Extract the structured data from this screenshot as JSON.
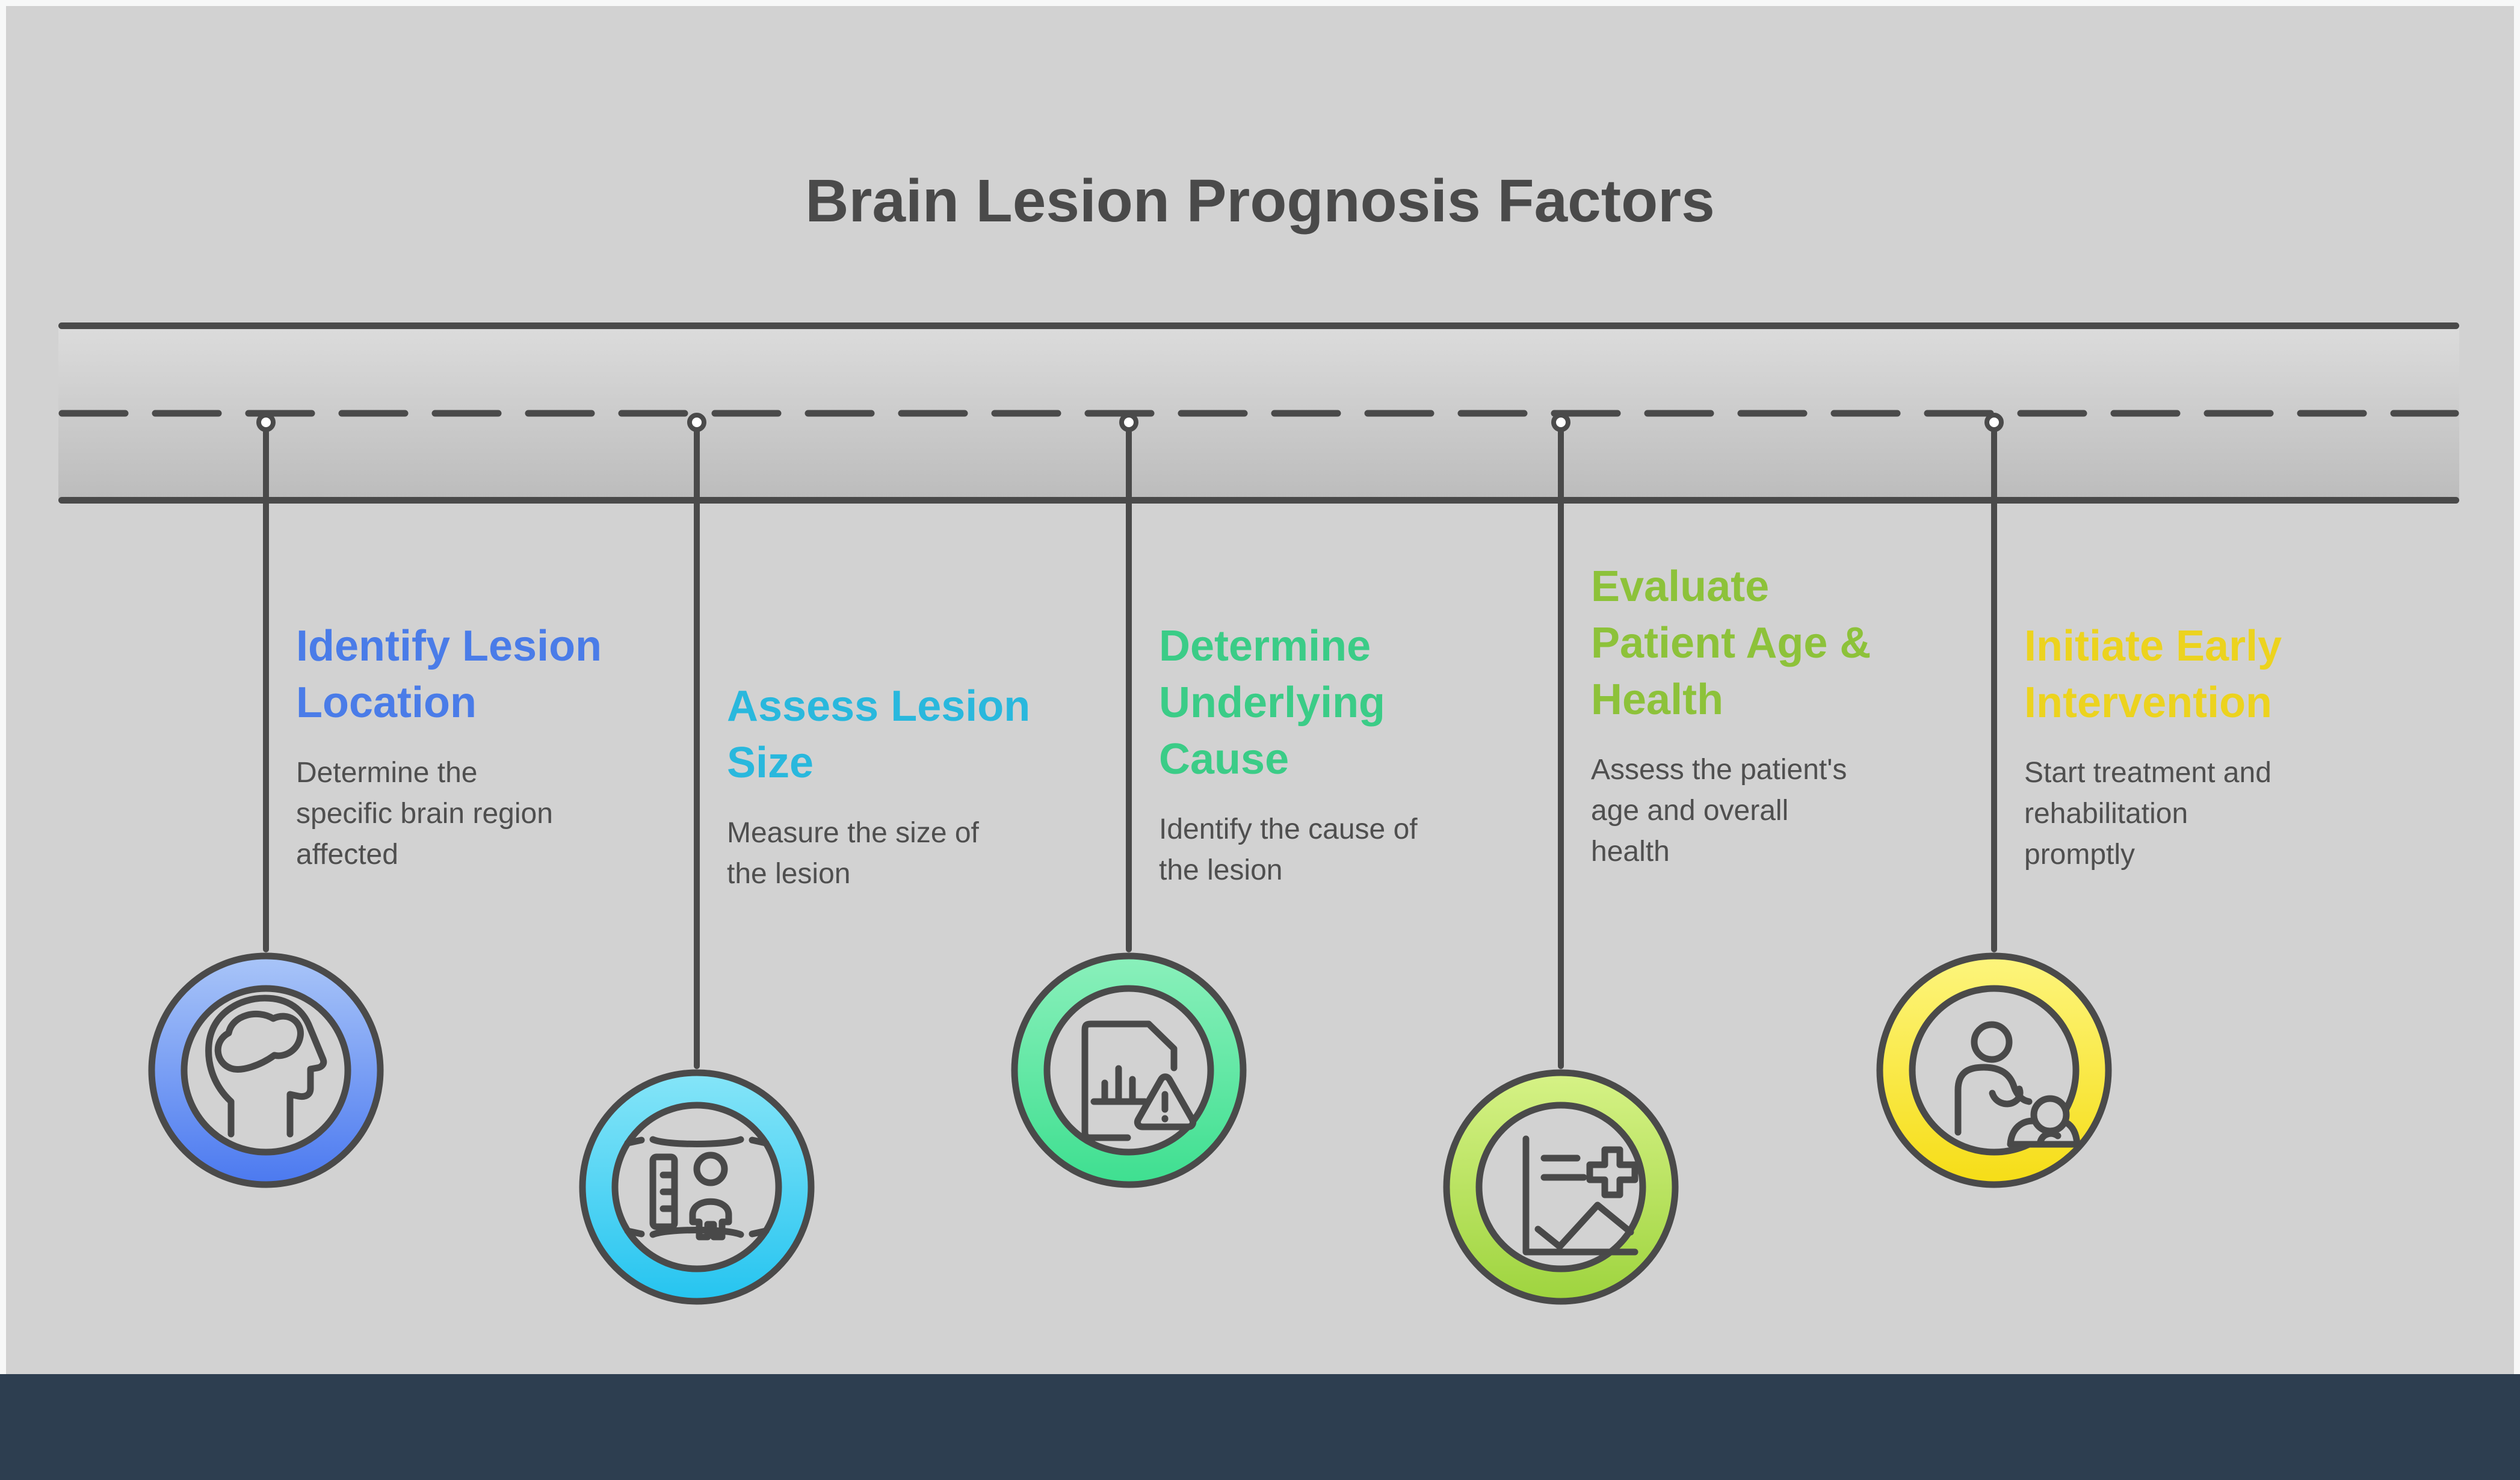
{
  "page": {
    "title": "Brain Lesion Prognosis Factors"
  },
  "colors": {
    "outer_background": "#f7f8f8",
    "canvas_background": "#d2d2d2",
    "outline": "#4a4a4a",
    "band_gradient_top": "#dcdcdc",
    "band_gradient_bottom": "#bcbcbc",
    "node_fill": "#ffffff",
    "footer_bar": "#2d3e50"
  },
  "steps": [
    {
      "heading": "Identify Lesion Location",
      "description": "Determine the specific brain region affected",
      "accent": "#4a7ce8",
      "ring_gradient": [
        "#a9c5f8",
        "#4b79f0"
      ],
      "icon": "head-brain-icon"
    },
    {
      "heading": "Assess Lesion Size",
      "description": "Measure the size of the lesion",
      "accent": "#29b8dd",
      "ring_gradient": [
        "#85e5f8",
        "#25c4f0"
      ],
      "icon": "body-measurement-icon"
    },
    {
      "heading": "Determine Underlying Cause",
      "description": "Identify the cause of the lesion",
      "accent": "#3bcc87",
      "ring_gradient": [
        "#8af0bb",
        "#3edf90"
      ],
      "icon": "report-warning-icon"
    },
    {
      "heading": "Evaluate Patient Age & Health",
      "description": "Assess the patient's age and overall health",
      "accent": "#8dc23a",
      "ring_gradient": [
        "#d6f286",
        "#9ed43e"
      ],
      "icon": "health-chart-icon"
    },
    {
      "heading": "Initiate Early Intervention",
      "description": "Start treatment and rehabilitation promptly",
      "accent": "#ecd31e",
      "ring_gradient": [
        "#fdf57d",
        "#f6dd16"
      ],
      "icon": "caregiver-icon"
    }
  ]
}
